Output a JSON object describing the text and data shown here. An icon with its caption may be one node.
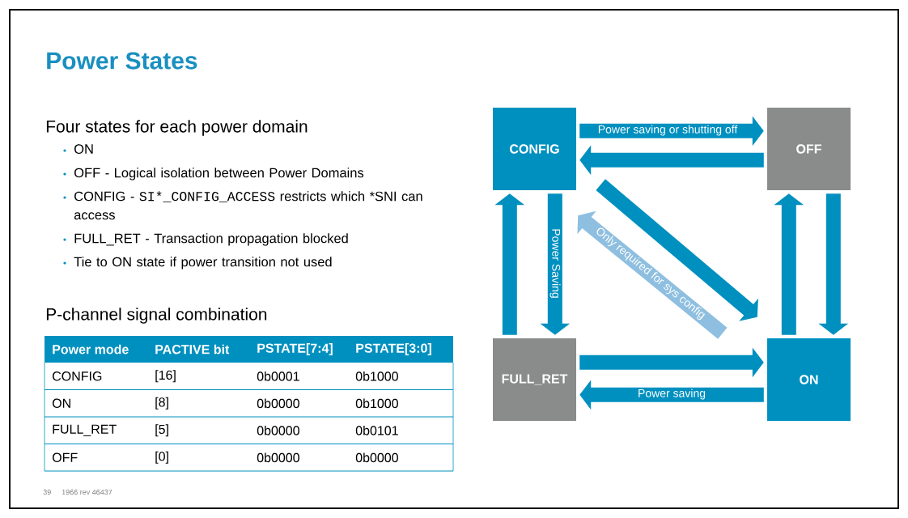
{
  "diagram": {
    "title": "Power States",
    "nodes": [
      {
        "text": [
          "CONFIG"
        ]
      },
      {
        "text": [
          "OFF"
        ]
      },
      {
        "text": [
          "FULL_RET"
        ]
      },
      {
        "text": [
          "ON"
        ]
      }
    ],
    "edges": [
      {
        "from": 0,
        "to": 1,
        "arrow": "to",
        "label": "Power saving or shutting off"
      },
      {
        "from": 1,
        "to": 0,
        "arrow": "to"
      },
      {
        "from": 0,
        "to": 3,
        "arrow": "to"
      },
      {
        "from": 3,
        "to": 0,
        "arrow": "to",
        "label": "Only required for sys config",
        "color": "#8ebfe0"
      },
      {
        "from": 0,
        "to": 2,
        "arrow": "to",
        "label": "Power Saving"
      },
      {
        "from": 2,
        "to": 0,
        "arrow": "to"
      },
      {
        "from": 1,
        "to": 3,
        "arrow": "to"
      },
      {
        "from": 3,
        "to": 1,
        "arrow": "to"
      },
      {
        "from": 2,
        "to": 3,
        "arrow": "to"
      },
      {
        "from": 3,
        "to": 2,
        "arrow": "to",
        "label": "Power saving"
      }
    ],
    "labels": [
      "Four states for each power domain",
      "ON",
      "OFF - Logical isolation between Power Domains",
      "CONFIG -",
      "SI*_CONFIG_ACCESS",
      "restricts which *SNI can access",
      "FULL_RET - Transaction propagation blocked",
      "Tie to ON state if power transition not used",
      "P-channel signal combination",
      "Power mode",
      "PACTIVE bit",
      "PSTATE[7:4]",
      "PSTATE[3:0]",
      "CONFIG",
      "[16]",
      "0b0001",
      "0b1000",
      "ON",
      "[8]",
      "0b0000",
      "0b1000",
      "FULL_RET",
      "[5]",
      "0b0000",
      "0b0101",
      "OFF",
      "[0]",
      "0b0000",
      "0b0000",
      "39",
      "1966 rev 46437"
    ]
  }
}
